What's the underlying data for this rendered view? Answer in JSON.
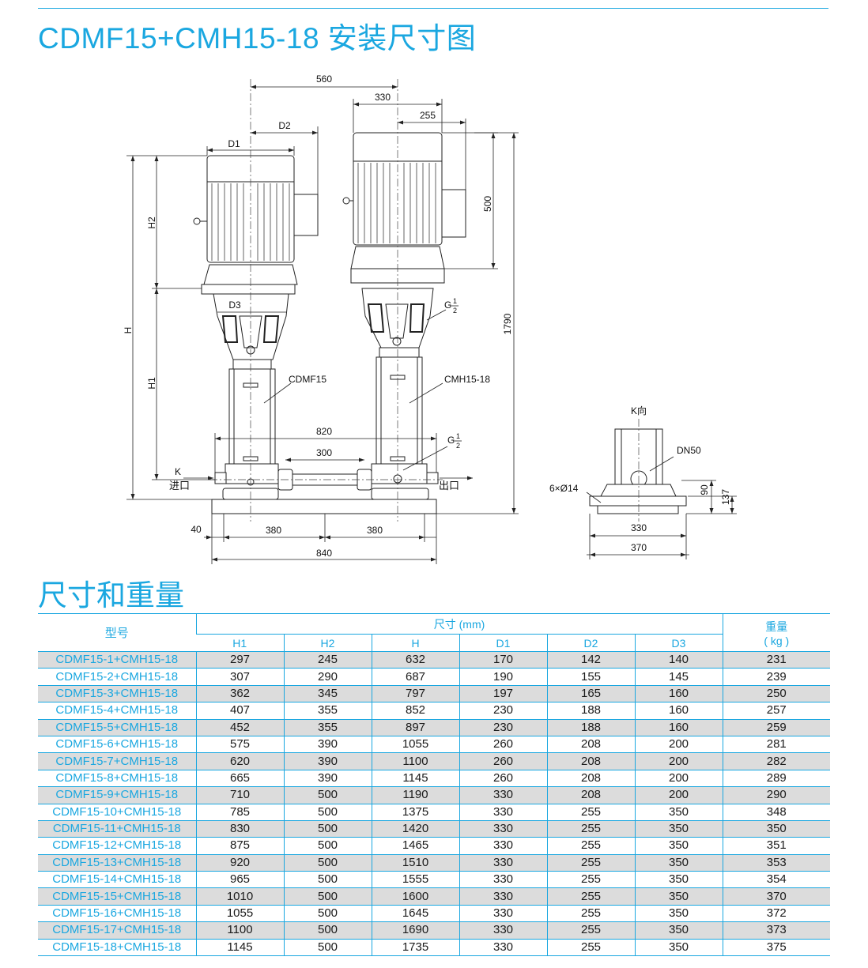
{
  "page": {
    "title": "CDMF15+CMH15-18 安装尺寸图",
    "section_title": "尺寸和重量"
  },
  "drawing": {
    "dim_560": "560",
    "dim_330_top": "330",
    "dim_255": "255",
    "label_D1": "D1",
    "label_D2": "D2",
    "label_H2": "H2",
    "label_H": "H",
    "label_H1": "H1",
    "label_D3": "D3",
    "dim_500": "500",
    "dim_1790": "1790",
    "label_CDMF15": "CDMF15",
    "label_CMH15_18": "CMH15-18",
    "label_G": "G",
    "frac_num": "1",
    "frac_den": "2",
    "dim_820": "820",
    "dim_300": "300",
    "label_K": "K",
    "label_inlet": "进口",
    "label_outlet": "出口",
    "dim_40": "40",
    "dim_380_left": "380",
    "dim_380_right": "380",
    "dim_840": "840",
    "label_K_view": "K向",
    "label_DN50": "DN50",
    "label_holes": "6×Ø14",
    "dim_90": "90",
    "dim_137": "137",
    "dim_330_side": "330",
    "dim_370": "370"
  },
  "table": {
    "header_model": "型号",
    "header_dims": "尺寸 (mm)",
    "header_weight": "重量",
    "header_weight_unit": "( kg )",
    "columns": [
      "H1",
      "H2",
      "H",
      "D1",
      "D2",
      "D3"
    ],
    "rows": [
      {
        "model": "CDMF15-1+CMH15-18",
        "v": [
          "297",
          "245",
          "632",
          "170",
          "142",
          "140"
        ],
        "w": "231"
      },
      {
        "model": "CDMF15-2+CMH15-18",
        "v": [
          "307",
          "290",
          "687",
          "190",
          "155",
          "145"
        ],
        "w": "239"
      },
      {
        "model": "CDMF15-3+CMH15-18",
        "v": [
          "362",
          "345",
          "797",
          "197",
          "165",
          "160"
        ],
        "w": "250"
      },
      {
        "model": "CDMF15-4+CMH15-18",
        "v": [
          "407",
          "355",
          "852",
          "230",
          "188",
          "160"
        ],
        "w": "257"
      },
      {
        "model": "CDMF15-5+CMH15-18",
        "v": [
          "452",
          "355",
          "897",
          "230",
          "188",
          "160"
        ],
        "w": "259"
      },
      {
        "model": "CDMF15-6+CMH15-18",
        "v": [
          "575",
          "390",
          "1055",
          "260",
          "208",
          "200"
        ],
        "w": "281"
      },
      {
        "model": "CDMF15-7+CMH15-18",
        "v": [
          "620",
          "390",
          "1100",
          "260",
          "208",
          "200"
        ],
        "w": "282"
      },
      {
        "model": "CDMF15-8+CMH15-18",
        "v": [
          "665",
          "390",
          "1145",
          "260",
          "208",
          "200"
        ],
        "w": "289"
      },
      {
        "model": "CDMF15-9+CMH15-18",
        "v": [
          "710",
          "500",
          "1190",
          "330",
          "208",
          "200"
        ],
        "w": "290"
      },
      {
        "model": "CDMF15-10+CMH15-18",
        "v": [
          "785",
          "500",
          "1375",
          "330",
          "255",
          "350"
        ],
        "w": "348"
      },
      {
        "model": "CDMF15-11+CMH15-18",
        "v": [
          "830",
          "500",
          "1420",
          "330",
          "255",
          "350"
        ],
        "w": "350"
      },
      {
        "model": "CDMF15-12+CMH15-18",
        "v": [
          "875",
          "500",
          "1465",
          "330",
          "255",
          "350"
        ],
        "w": "351"
      },
      {
        "model": "CDMF15-13+CMH15-18",
        "v": [
          "920",
          "500",
          "1510",
          "330",
          "255",
          "350"
        ],
        "w": "353"
      },
      {
        "model": "CDMF15-14+CMH15-18",
        "v": [
          "965",
          "500",
          "1555",
          "330",
          "255",
          "350"
        ],
        "w": "354"
      },
      {
        "model": "CDMF15-15+CMH15-18",
        "v": [
          "1010",
          "500",
          "1600",
          "330",
          "255",
          "350"
        ],
        "w": "370"
      },
      {
        "model": "CDMF15-16+CMH15-18",
        "v": [
          "1055",
          "500",
          "1645",
          "330",
          "255",
          "350"
        ],
        "w": "372"
      },
      {
        "model": "CDMF15-17+CMH15-18",
        "v": [
          "1100",
          "500",
          "1690",
          "330",
          "255",
          "350"
        ],
        "w": "373"
      },
      {
        "model": "CDMF15-18+CMH15-18",
        "v": [
          "1145",
          "500",
          "1735",
          "330",
          "255",
          "350"
        ],
        "w": "375"
      }
    ]
  },
  "colors": {
    "accent": "#1aa7e0",
    "row_shade": "#dcdcdc"
  }
}
